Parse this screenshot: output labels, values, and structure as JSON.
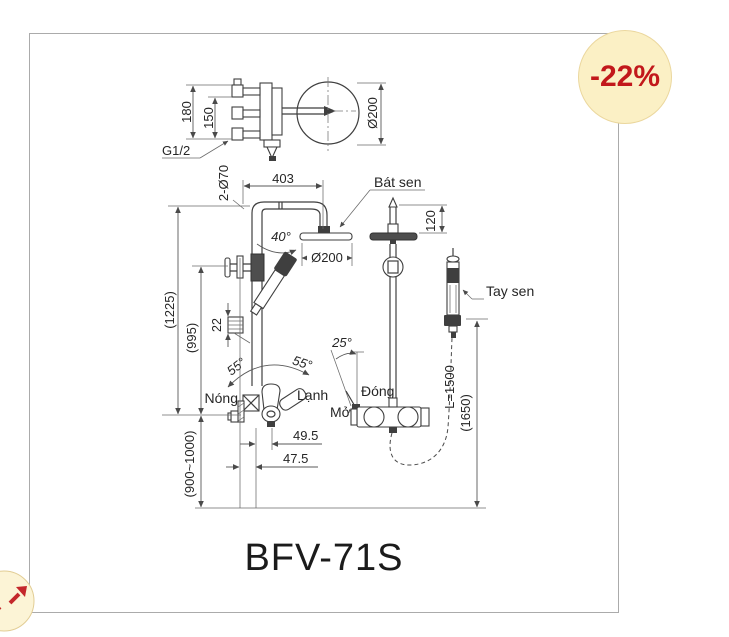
{
  "badge": {
    "label": "-22%",
    "bg_color": "#FBF0C5",
    "border_color": "#EBD79E",
    "text_color": "#C2181B"
  },
  "viewer": {
    "expand_button": {
      "icon": "expand-arrows-icon",
      "bg_color": "#FCF4D6",
      "border_color": "#E2CD95",
      "arrow_color": "#C4272B"
    }
  },
  "product": {
    "model": "BFV-71S"
  },
  "diagram": {
    "type": "technical-drawing",
    "labels": {
      "head_shower": "Bát sen",
      "hand_shower": "Tay sen",
      "hot": "Nóng",
      "cold": "Lạnh",
      "closed": "Đóng",
      "open": "Mở",
      "thread": "G1/2"
    },
    "dimensions": {
      "outlet_spacing_outer": "180",
      "outlet_spacing_inner": "150",
      "escutcheons": "2-Ø70",
      "arm_reach": "403",
      "head_diameter_top": "Ø200",
      "head_diameter_front": "Ø200",
      "head_drop": "120",
      "holder_block": "22",
      "overall_height": "(1225)",
      "riser_height": "(995)",
      "install_height": "(900~1000)",
      "handle_offset": "49.5",
      "wall_offset": "47.5",
      "hose_length": "L=1500",
      "hand_shower_height": "(1650)",
      "head_tilt_angle": "40°",
      "handle_swing_left": "55°",
      "handle_swing_right": "55°",
      "lever_open_angle": "25°"
    }
  }
}
